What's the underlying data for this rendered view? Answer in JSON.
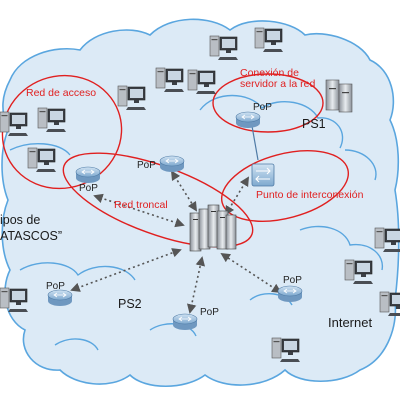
{
  "labels": {
    "red_acceso": "Red de acceso",
    "conexion_line1": "Conexión de",
    "conexion_line2": "servidor a la red",
    "ps1": "PS1",
    "red_troncal": "Red troncal",
    "punto_interconexion": "Punto de interconexión",
    "equipos_line1": "ipos de",
    "equipos_line2": "ATASCOS”",
    "ps2": "PS2",
    "internet": "Internet",
    "pop": "PoP"
  },
  "colors": {
    "cloud_fill": "#d9e9f7",
    "cloud_stroke": "#5aa6df",
    "accent_red": "#e02020",
    "router_fill": "#9fc3e0",
    "link_dots": "#555555"
  },
  "icons": {
    "router": "router-icon",
    "switch": "switch-icon",
    "server": "server-icon",
    "computer": "computer-icon"
  }
}
